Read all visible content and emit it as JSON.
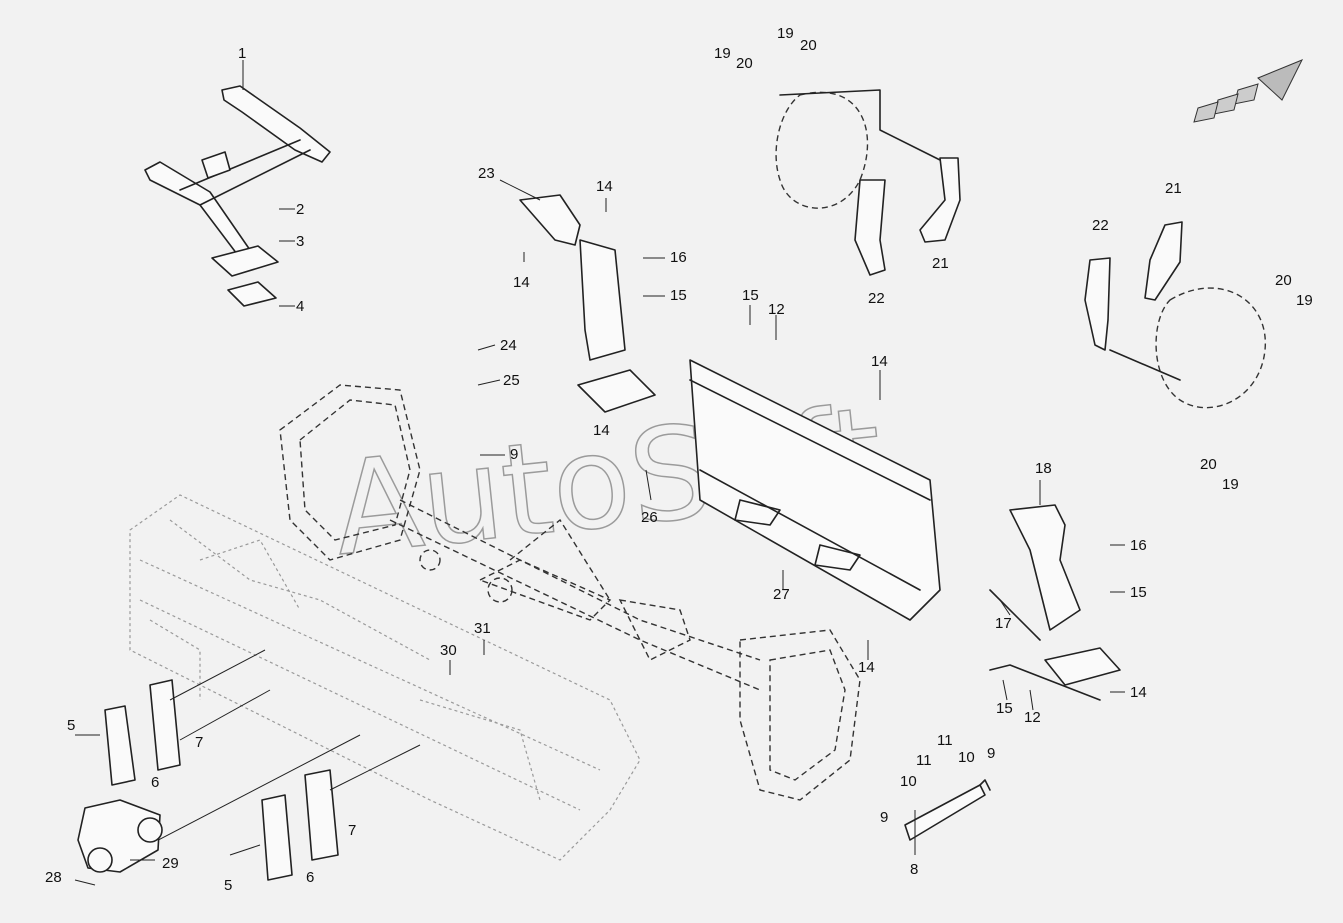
{
  "watermark": "AutoSoft",
  "callouts": [
    {
      "id": "1"
    },
    {
      "id": "2"
    },
    {
      "id": "3"
    },
    {
      "id": "4"
    },
    {
      "id": "23"
    },
    {
      "id": "14"
    },
    {
      "id": "14"
    },
    {
      "id": "16"
    },
    {
      "id": "15"
    },
    {
      "id": "15"
    },
    {
      "id": "12"
    },
    {
      "id": "24"
    },
    {
      "id": "25"
    },
    {
      "id": "14"
    },
    {
      "id": "9"
    },
    {
      "id": "14"
    },
    {
      "id": "26"
    },
    {
      "id": "27"
    },
    {
      "id": "19"
    },
    {
      "id": "20"
    },
    {
      "id": "19"
    },
    {
      "id": "20"
    },
    {
      "id": "21"
    },
    {
      "id": "22"
    },
    {
      "id": "21"
    },
    {
      "id": "22"
    },
    {
      "id": "20"
    },
    {
      "id": "19"
    },
    {
      "id": "20"
    },
    {
      "id": "19"
    },
    {
      "id": "18"
    },
    {
      "id": "16"
    },
    {
      "id": "15"
    },
    {
      "id": "17"
    },
    {
      "id": "14"
    },
    {
      "id": "15"
    },
    {
      "id": "12"
    },
    {
      "id": "14"
    },
    {
      "id": "30"
    },
    {
      "id": "31"
    },
    {
      "id": "5"
    },
    {
      "id": "7"
    },
    {
      "id": "6"
    },
    {
      "id": "7"
    },
    {
      "id": "6"
    },
    {
      "id": "5"
    },
    {
      "id": "29"
    },
    {
      "id": "28"
    },
    {
      "id": "11"
    },
    {
      "id": "10"
    },
    {
      "id": "9"
    },
    {
      "id": "11"
    },
    {
      "id": "10"
    },
    {
      "id": "9"
    },
    {
      "id": "8"
    }
  ],
  "colors": {
    "ink": "#222222",
    "ghost": "#9a9a9a",
    "background": "#f2f2f2"
  }
}
